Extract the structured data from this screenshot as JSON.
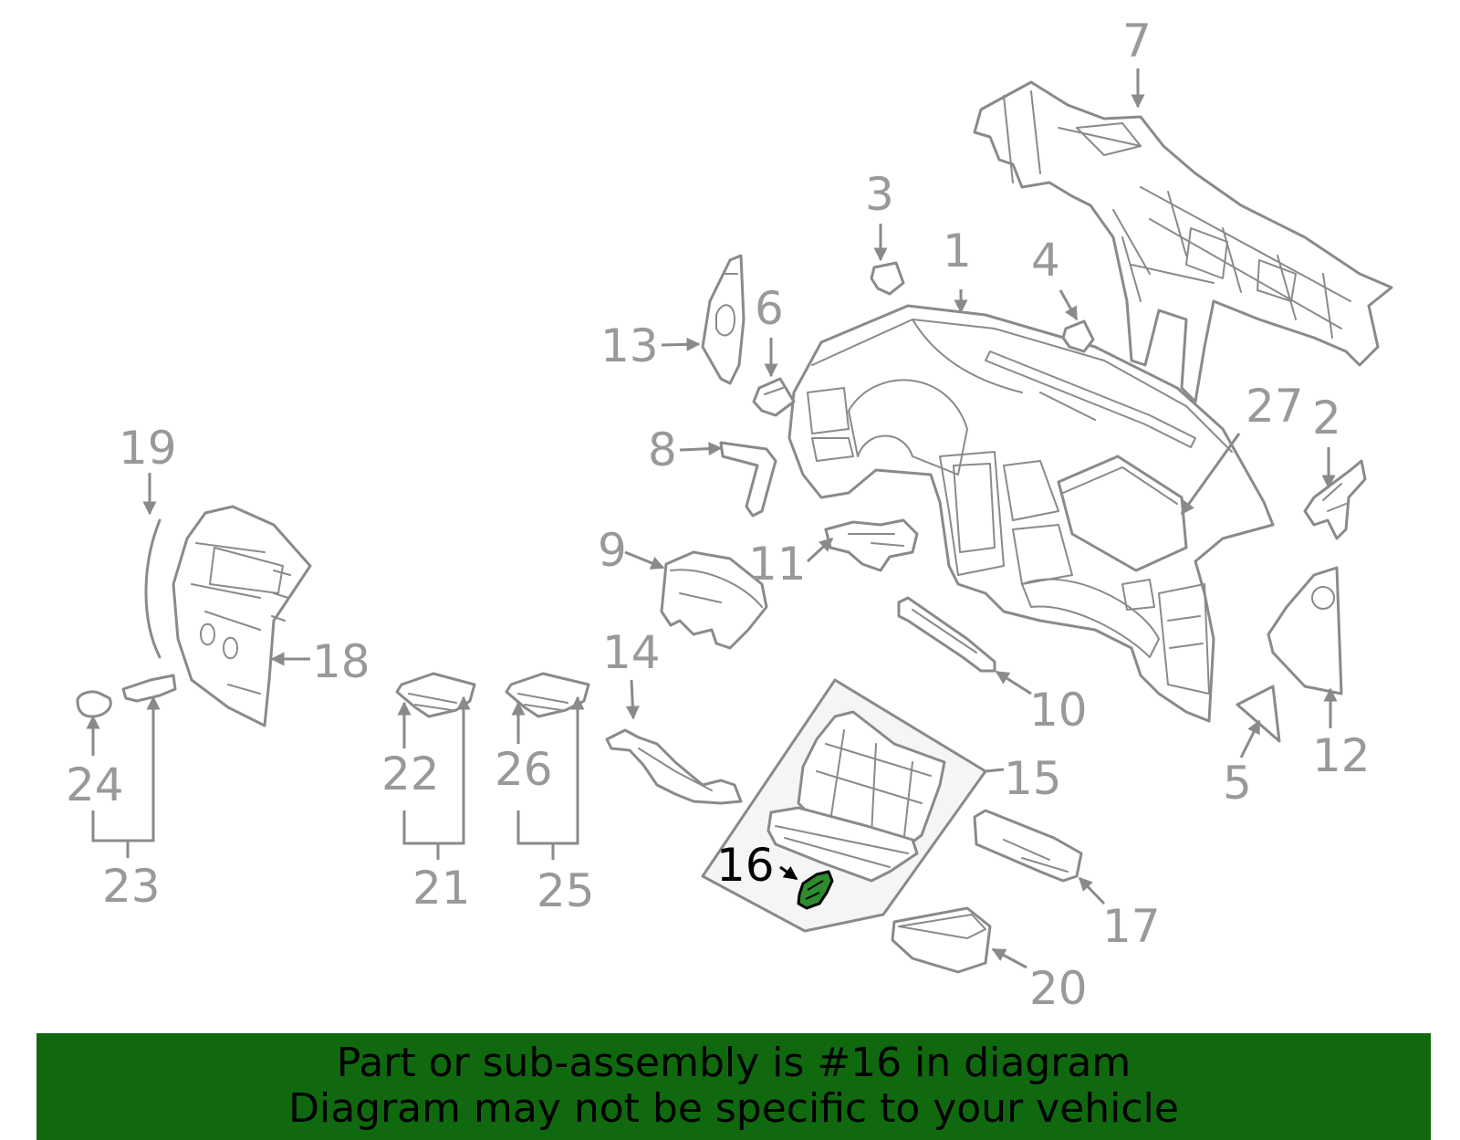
{
  "highlight_color": "#2e8b2e",
  "banner_color": "#10690f",
  "callouts": [
    "1",
    "2",
    "3",
    "4",
    "5",
    "6",
    "7",
    "8",
    "9",
    "10",
    "11",
    "12",
    "13",
    "14",
    "15",
    "16",
    "17",
    "18",
    "19",
    "20",
    "21",
    "22",
    "23",
    "24",
    "25",
    "26",
    "27"
  ],
  "highlighted_callout": "16",
  "banner": {
    "line1": "Part or sub-assembly is #16 in diagram",
    "line2": "Diagram may not be specific to your vehicle"
  }
}
